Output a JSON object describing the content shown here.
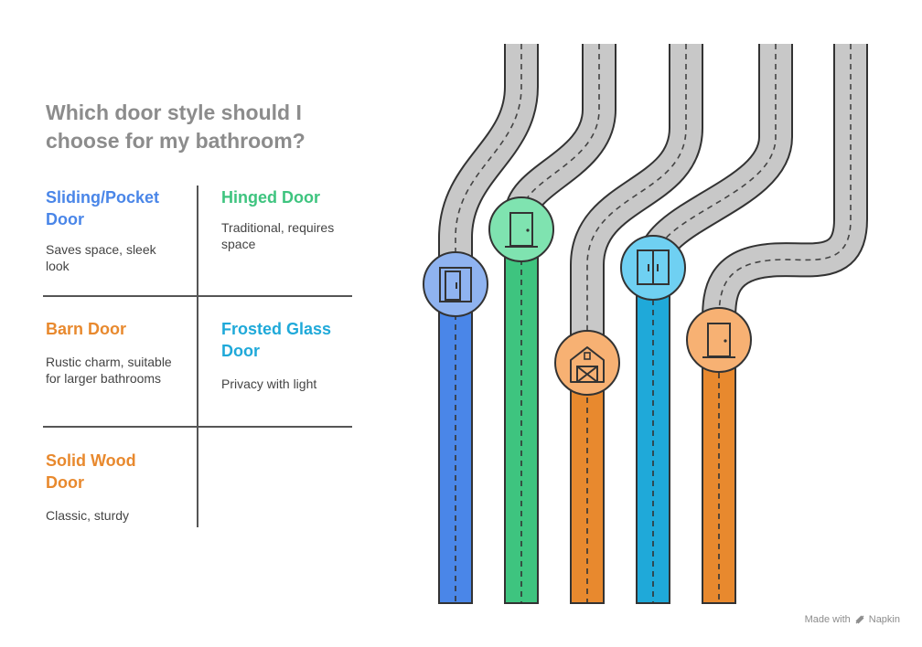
{
  "title": "Which door style should I choose for my bathroom?",
  "colors": {
    "sliding": "#4a86e8",
    "hinged": "#3ec47f",
    "barn": "#e8892e",
    "frosted": "#1fa9d9",
    "solid_wood": "#e8892e",
    "road": "#c8c8c8",
    "road_outline": "#333333",
    "divider": "#555555",
    "title": "#8c8c8c"
  },
  "options": [
    {
      "title": "Sliding/Pocket Door",
      "description": "Saves space, sleek look",
      "icon": "sliding-door-icon"
    },
    {
      "title": "Hinged Door",
      "description": "Traditional, requires space",
      "icon": "hinged-door-icon"
    },
    {
      "title": "Barn Door",
      "description": "Rustic charm, suitable for larger bathrooms",
      "icon": "barn-icon"
    },
    {
      "title": "Frosted Glass Door",
      "description": "Privacy with light",
      "icon": "glass-door-icon"
    },
    {
      "title": "Solid Wood Door",
      "description": "Classic, sturdy",
      "icon": "wood-door-icon"
    }
  ],
  "footer": {
    "made_with": "Made with",
    "brand": "Napkin"
  }
}
